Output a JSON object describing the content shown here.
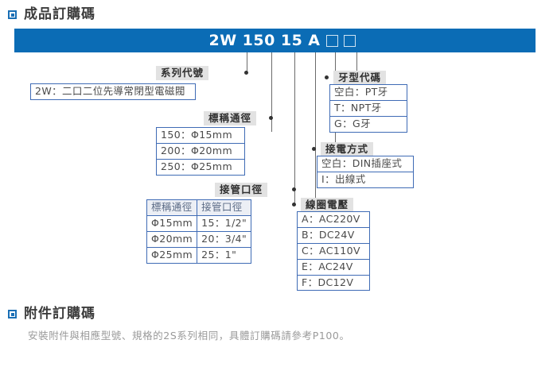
{
  "sections": {
    "product": {
      "title": "成品訂購碼"
    },
    "accessory": {
      "title": "附件訂購碼",
      "note": "安裝附件與相應型號、規格的2S系列相同，具體訂購碼請參考P100。"
    }
  },
  "code_bar": {
    "segments": [
      "2W",
      "150",
      "15",
      "A"
    ],
    "placeholder_boxes": 2,
    "color": "#0b6cb5"
  },
  "series": {
    "label": "系列代號",
    "options": [
      "2W：二口二位先導常閉型電磁閥"
    ]
  },
  "nominal_bore": {
    "label": "標稱通徑",
    "options": [
      "150：Φ15mm",
      "200：Φ20mm",
      "250：Φ25mm"
    ]
  },
  "pipe_port": {
    "label": "接管口徑",
    "headers": [
      "標稱通徑",
      "接管口徑"
    ],
    "rows": [
      [
        "Φ15mm",
        "15：1/2\""
      ],
      [
        "Φ20mm",
        "20：3/4\""
      ],
      [
        "Φ25mm",
        "25：1\""
      ]
    ]
  },
  "thread_type": {
    "label": "牙型代碼",
    "options": [
      "空白：PT牙",
      "T：NPT牙",
      "G：G牙"
    ]
  },
  "wiring": {
    "label": "接電方式",
    "options": [
      "空白：DIN插座式",
      "I：出線式"
    ]
  },
  "coil_voltage": {
    "label": "線圈電壓",
    "options": [
      "A：AC220V",
      "B：DC24V",
      "C：AC110V",
      "E：AC24V",
      "F：DC12V"
    ]
  }
}
